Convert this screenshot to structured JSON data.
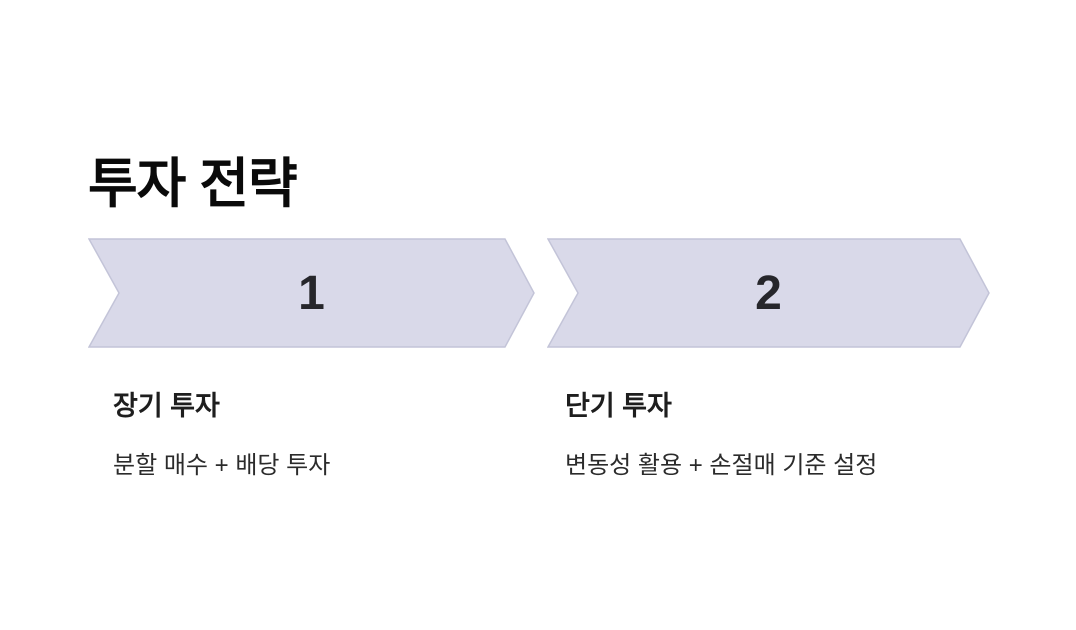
{
  "page": {
    "title": "투자 전략",
    "background_color": "#ffffff"
  },
  "process": {
    "type": "chevron-flow",
    "colors": {
      "chevron_fill": "#d9d9e9",
      "chevron_border": "#c3c4d8",
      "number_text": "#26262b",
      "heading_text": "#1e1e1e",
      "description_text": "#2b2b2b",
      "title_text": "#0a0a0a"
    },
    "steps": [
      {
        "number": "1",
        "heading": "장기 투자",
        "description": "분할 매수 + 배당 투자"
      },
      {
        "number": "2",
        "heading": "단기 투자",
        "description": "변동성 활용 + 손절매 기준 설정"
      }
    ]
  }
}
